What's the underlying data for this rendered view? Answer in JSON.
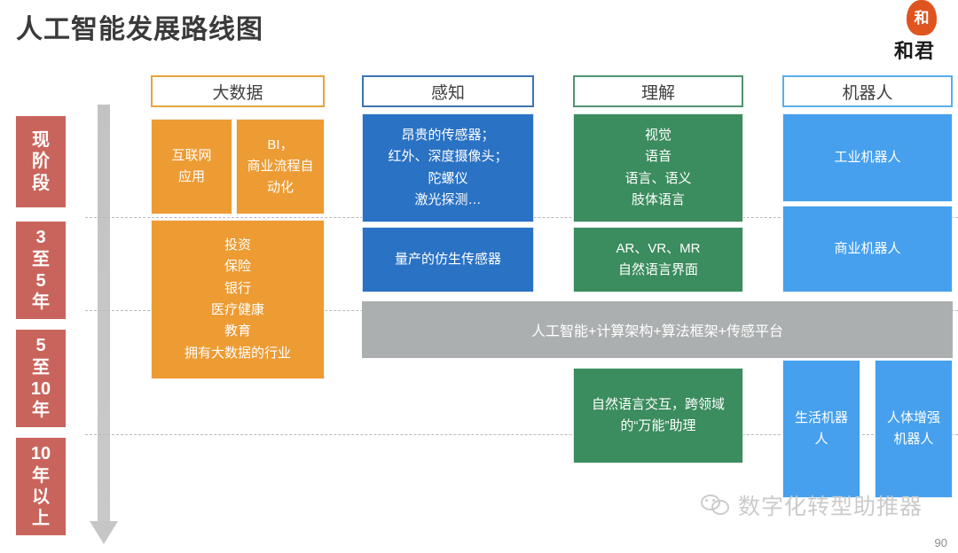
{
  "slide": {
    "title": "人工智能发展路线图",
    "page_number": "90",
    "watermark": "数字化转型助推器",
    "watermark_icon": "wechat-icon"
  },
  "logo": {
    "seal_char": "和",
    "text": "和君"
  },
  "timeline": {
    "phases": [
      {
        "id": "now",
        "label": "现阶段",
        "lines": [
          "现",
          "阶",
          "段"
        ]
      },
      {
        "id": "3to5",
        "label": "3至5年",
        "lines": [
          "3",
          "至",
          "5",
          "年"
        ]
      },
      {
        "id": "5to10",
        "label": "5至10年",
        "lines": [
          "5",
          "至",
          "10",
          "年"
        ]
      },
      {
        "id": "10plus",
        "label": "10年以上",
        "lines": [
          "10",
          "年",
          "以",
          "上"
        ]
      }
    ],
    "arrow_icon": "down-arrow-icon"
  },
  "columns": [
    {
      "id": "bigdata",
      "header": "大数据",
      "accent": "#E8A33D"
    },
    {
      "id": "perception",
      "header": "感知",
      "accent": "#2A72C4"
    },
    {
      "id": "understanding",
      "header": "理解",
      "accent": "#3B8C5E"
    },
    {
      "id": "robots",
      "header": "机器人",
      "accent": "#46A0EE"
    }
  ],
  "boxes": {
    "bigdata_internet": {
      "lines": [
        "互联网",
        "应用"
      ]
    },
    "bigdata_bi": {
      "lines": [
        "BI，",
        "商业流程自",
        "动化"
      ]
    },
    "bigdata_industries": {
      "lines": [
        "投资",
        "保险",
        "银行",
        "医疗健康",
        "教育",
        "拥有大数据的行业"
      ]
    },
    "perception_sensors": {
      "lines": [
        "昂贵的传感器；",
        "红外、深度摄像头；",
        "陀螺仪",
        "激光探测…"
      ]
    },
    "perception_biomimetic": {
      "lines": [
        "量产的仿生传感器"
      ]
    },
    "understanding_modalities": {
      "lines": [
        "视觉",
        "语音",
        "语言、语义",
        "肢体语言"
      ]
    },
    "understanding_arvrmr": {
      "lines": [
        "AR、VR、MR",
        "自然语言界面"
      ]
    },
    "understanding_assistant": {
      "lines": [
        "自然语言交互，跨领域",
        "的“万能”助理"
      ]
    },
    "robots_industrial": {
      "lines": [
        "工业机器人"
      ]
    },
    "robots_commercial": {
      "lines": [
        "商业机器人"
      ]
    },
    "robots_life": {
      "lines": [
        "生活机器",
        "人"
      ]
    },
    "robots_augmentation": {
      "lines": [
        "人体增强",
        "机器人"
      ]
    },
    "platform_band": {
      "text": "人工智能+计算架构+算法框架+传感平台"
    }
  }
}
